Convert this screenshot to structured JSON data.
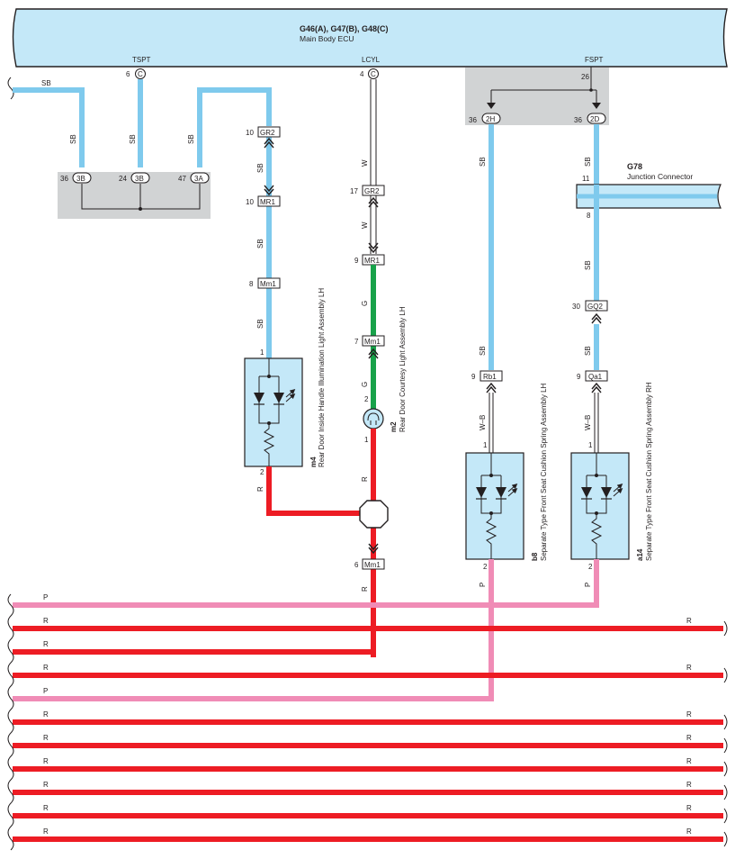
{
  "colors": {
    "ecu_fill": "#c4e8f8",
    "wire_sb": "#7fcaed",
    "wire_red": "#ed1c24",
    "wire_pink": "#f08cb6",
    "wire_green": "#18a24a",
    "shield_gray": "#d1d3d4",
    "line": "#231f20"
  },
  "ecu": {
    "title": "G46(A), G47(B), G48(C)",
    "subtitle": "Main Body ECU",
    "terminals": {
      "tspt": {
        "name": "TSPT",
        "pin": "6",
        "conn": "C"
      },
      "lcyl": {
        "name": "LCYL",
        "pin": "4",
        "conn": "C"
      },
      "fspt": {
        "name": "FSPT"
      }
    }
  },
  "fspt_shield": {
    "pin_top": "26",
    "left_pin": "36",
    "left_conn": "2H",
    "right_pin": "36",
    "right_conn": "2D"
  },
  "left_group": {
    "in_wire": "SB",
    "wire": "SB",
    "c1": {
      "pin": "36",
      "conn": "3B"
    },
    "c2": {
      "pin": "24",
      "conn": "3B"
    },
    "c3": {
      "pin": "47",
      "conn": "3A"
    }
  },
  "m4_branch": {
    "c1": {
      "pin": "10",
      "conn": "GR2"
    },
    "c2": {
      "pin": "10",
      "conn": "MR1"
    },
    "c3": {
      "pin": "8",
      "conn": "Mm1"
    },
    "wire": "SB",
    "pin_top": "1",
    "pin_bottom": "2",
    "out_wire": "R",
    "code": "m4",
    "name": "Rear Door Inside Handle Illumination Light Assembly LH"
  },
  "m2_branch": {
    "c1": {
      "pin": "17",
      "conn": "GR2"
    },
    "c2": {
      "pin": "9",
      "conn": "MR1"
    },
    "c3": {
      "pin": "7",
      "conn": "Mm1"
    },
    "c4": {
      "pin": "6",
      "conn": "Mm1"
    },
    "wire_w": "W",
    "wire_g": "G",
    "wire_r": "R",
    "pin_top": "2",
    "pin_bottom": "1",
    "code": "m2",
    "name": "Rear Door Courtesy Light Assembly LH"
  },
  "b8_branch": {
    "wire": "SB",
    "wb": "W–B",
    "c1": {
      "pin": "9",
      "conn": "Rb1"
    },
    "pin_top": "1",
    "pin_bottom": "2",
    "out_wire": "P",
    "code": "b8",
    "name": "Separate Type Front Seat Cushion Spring Assembly LH"
  },
  "a14_branch": {
    "wire": "SB",
    "wb": "W–B",
    "junction": {
      "code": "G78",
      "name": "Junction Connector",
      "pin_in": "11",
      "pin_out": "8"
    },
    "c1": {
      "pin": "30",
      "conn": "GQ2"
    },
    "c2": {
      "pin": "9",
      "conn": "Qa1"
    },
    "pin_top": "1",
    "pin_bottom": "2",
    "out_wire": "P",
    "code": "a14",
    "name": "Separate Type Front Seat Cushion Spring Assembly RH"
  },
  "bus": [
    {
      "color": "P",
      "left": "P",
      "right": ""
    },
    {
      "color": "R",
      "left": "R",
      "right": "R"
    },
    {
      "color": "R",
      "left": "R",
      "right": ""
    },
    {
      "color": "R",
      "left": "R",
      "right": "R"
    },
    {
      "color": "P",
      "left": "P",
      "right": ""
    },
    {
      "color": "R",
      "left": "R",
      "right": "R"
    },
    {
      "color": "R",
      "left": "R",
      "right": "R"
    },
    {
      "color": "R",
      "left": "R",
      "right": "R"
    },
    {
      "color": "R",
      "left": "R",
      "right": "R"
    },
    {
      "color": "R",
      "left": "R",
      "right": "R"
    },
    {
      "color": "R",
      "left": "R",
      "right": "R"
    }
  ]
}
